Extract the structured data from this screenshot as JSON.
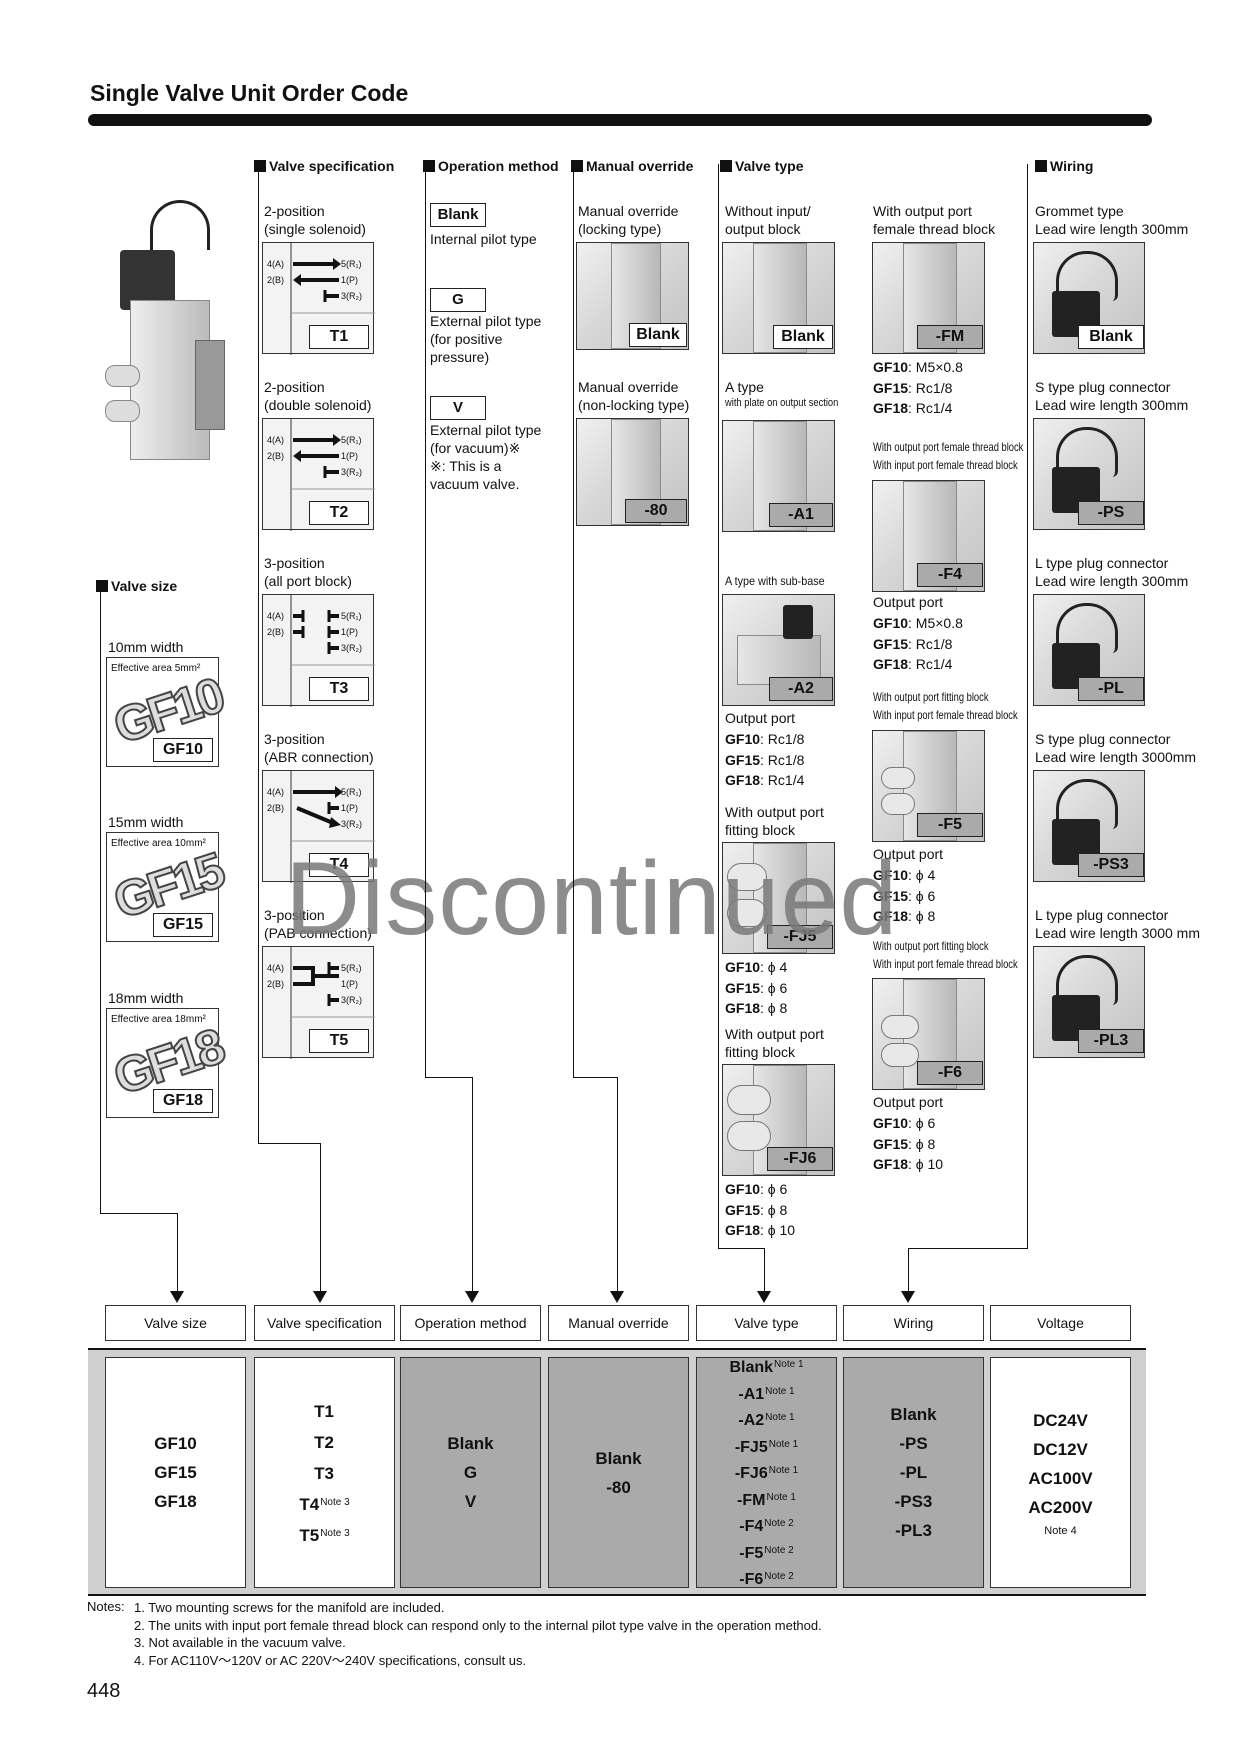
{
  "title": "Single Valve Unit Order Code",
  "page_number": "448",
  "watermark": "Discontinued",
  "sections": {
    "valve_spec": "Valve specification",
    "operation": "Operation method",
    "manual": "Manual override",
    "valve_type": "Valve type",
    "wiring": "Wiring",
    "valve_size": "Valve size"
  },
  "valve_size": [
    {
      "width": "10mm width",
      "area": "Effective area 5mm²",
      "logo": "GF10",
      "code": "GF10"
    },
    {
      "width": "15mm width",
      "area": "Effective area 10mm²",
      "logo": "GF15",
      "code": "GF15"
    },
    {
      "width": "18mm width",
      "area": "Effective area 18mm²",
      "logo": "GF18",
      "code": "GF18"
    }
  ],
  "valve_spec": [
    {
      "desc": "2-position\n(single solenoid)",
      "code": "T1"
    },
    {
      "desc": "2-position\n(double solenoid)",
      "code": "T2"
    },
    {
      "desc": "3-position\n(all port block)",
      "code": "T3"
    },
    {
      "desc": "3-position\n(ABR connection)",
      "code": "T4"
    },
    {
      "desc": "3-position\n(PAB connection)",
      "code": "T5"
    }
  ],
  "port_labels": {
    "a": "4(A)",
    "b": "2(B)",
    "r1": "5(R₁)",
    "p": "1(P)",
    "r2": "3(R₂)"
  },
  "operation": [
    {
      "code": "Blank",
      "desc": "Internal pilot type"
    },
    {
      "code": "G",
      "desc": "External pilot type\n(for positive\npressure)"
    },
    {
      "code": "V",
      "desc": "External pilot type\n(for vacuum)※\n※: This is a\n      vacuum valve."
    }
  ],
  "manual": [
    {
      "desc": "Manual override\n(locking type)",
      "code": "Blank"
    },
    {
      "desc": "Manual override\n(non-locking type)",
      "code": "-80"
    }
  ],
  "valve_type": {
    "c1": [
      {
        "desc": "Without input/\noutput block",
        "code": "Blank"
      },
      {
        "desc": "A type",
        "note": "with plate on output section",
        "code": "-A1"
      },
      {
        "desc": "A type with sub-base",
        "code": "-A2",
        "port_head": "Output port",
        "ports": [
          [
            "GF10",
            ": Rc1/8"
          ],
          [
            "GF15",
            ": Rc1/8"
          ],
          [
            "GF18",
            ": Rc1/4"
          ]
        ]
      },
      {
        "desc": "With output port\nfitting block",
        "code": "-FJ5",
        "ports": [
          [
            "GF10",
            ": ϕ 4"
          ],
          [
            "GF15",
            ": ϕ 6"
          ],
          [
            "GF18",
            ": ϕ 8"
          ]
        ]
      },
      {
        "desc": "With output port\nfitting block",
        "code": "-FJ6",
        "ports": [
          [
            "GF10",
            ": ϕ 6"
          ],
          [
            "GF15",
            ": ϕ 8"
          ],
          [
            "GF18",
            ": ϕ 10"
          ]
        ]
      }
    ],
    "c2": [
      {
        "desc": "With output port\nfemale thread block",
        "code": "-FM",
        "ports": [
          [
            "GF10",
            ": M5×0.8"
          ],
          [
            "GF15",
            ": Rc1/8"
          ],
          [
            "GF18",
            ": Rc1/4"
          ]
        ]
      },
      {
        "note1": "With output port female thread block",
        "note2": "With input port female thread block",
        "code": "-F4",
        "port_head": "Output port",
        "ports": [
          [
            "GF10",
            ": M5×0.8"
          ],
          [
            "GF15",
            ": Rc1/8"
          ],
          [
            "GF18",
            ": Rc1/4"
          ]
        ]
      },
      {
        "note1": "With output port fitting block",
        "note2": "With input port female thread block",
        "code": "-F5",
        "port_head": "Output port",
        "ports": [
          [
            "GF10",
            ": ϕ 4"
          ],
          [
            "GF15",
            ": ϕ 6"
          ],
          [
            "GF18",
            ": ϕ 8"
          ]
        ]
      },
      {
        "note1": "With output port fitting block",
        "note2": "With input port female thread block",
        "code": "-F6",
        "port_head": "Output port",
        "ports": [
          [
            "GF10",
            ": ϕ 6"
          ],
          [
            "GF15",
            ": ϕ 8"
          ],
          [
            "GF18",
            ": ϕ 10"
          ]
        ]
      }
    ]
  },
  "wiring": [
    {
      "desc": "Grommet type\nLead wire length 300mm",
      "code": "Blank"
    },
    {
      "desc": "S type plug connector\nLead wire length 300mm",
      "code": "-PS"
    },
    {
      "desc": "L type plug connector\nLead wire length 300mm",
      "code": "-PL"
    },
    {
      "desc": "S type plug connector\nLead wire length 3000mm",
      "code": "-PS3"
    },
    {
      "desc": "L type plug connector\nLead wire length 3000 mm",
      "code": "-PL3"
    }
  ],
  "order_headers": [
    "Valve size",
    "Valve specification",
    "Operation method",
    "Manual override",
    "Valve type",
    "Wiring",
    "Voltage"
  ],
  "order_cells": {
    "size": [
      "GF10",
      "GF15",
      "GF18"
    ],
    "spec": [
      [
        "T1",
        ""
      ],
      [
        "T2",
        ""
      ],
      [
        "T3",
        ""
      ],
      [
        "T4",
        "Note 3"
      ],
      [
        "T5",
        "Note 3"
      ]
    ],
    "op": [
      "Blank",
      "G",
      "V"
    ],
    "manual": [
      "Blank",
      "-80"
    ],
    "vtype": [
      [
        "Blank",
        "Note 1"
      ],
      [
        "-A1",
        "Note 1"
      ],
      [
        "-A2",
        "Note 1"
      ],
      [
        "-FJ5",
        "Note 1"
      ],
      [
        "-FJ6",
        "Note 1"
      ],
      [
        "-FM",
        "Note 1"
      ],
      [
        "-F4",
        "Note 2"
      ],
      [
        "-F5",
        "Note 2"
      ],
      [
        "-F6",
        "Note 2"
      ]
    ],
    "wiring": [
      "Blank",
      "-PS",
      "-PL",
      "-PS3",
      "-PL3"
    ],
    "voltage": [
      "DC24V",
      "DC12V",
      "AC100V",
      "AC200V"
    ],
    "voltage_note": "Note 4"
  },
  "notes_label": "Notes:",
  "notes": [
    "1. Two mounting screws for the manifold are included.",
    "2. The units with input port female thread block can respond only to the internal pilot type valve in the operation method.",
    "3. Not available in the vacuum valve.",
    "4. For AC110V～120V or AC 220V～240V specifications, consult us."
  ],
  "colors": {
    "cell_gray": "#aaaaaa",
    "band": "#d0d0d0"
  }
}
